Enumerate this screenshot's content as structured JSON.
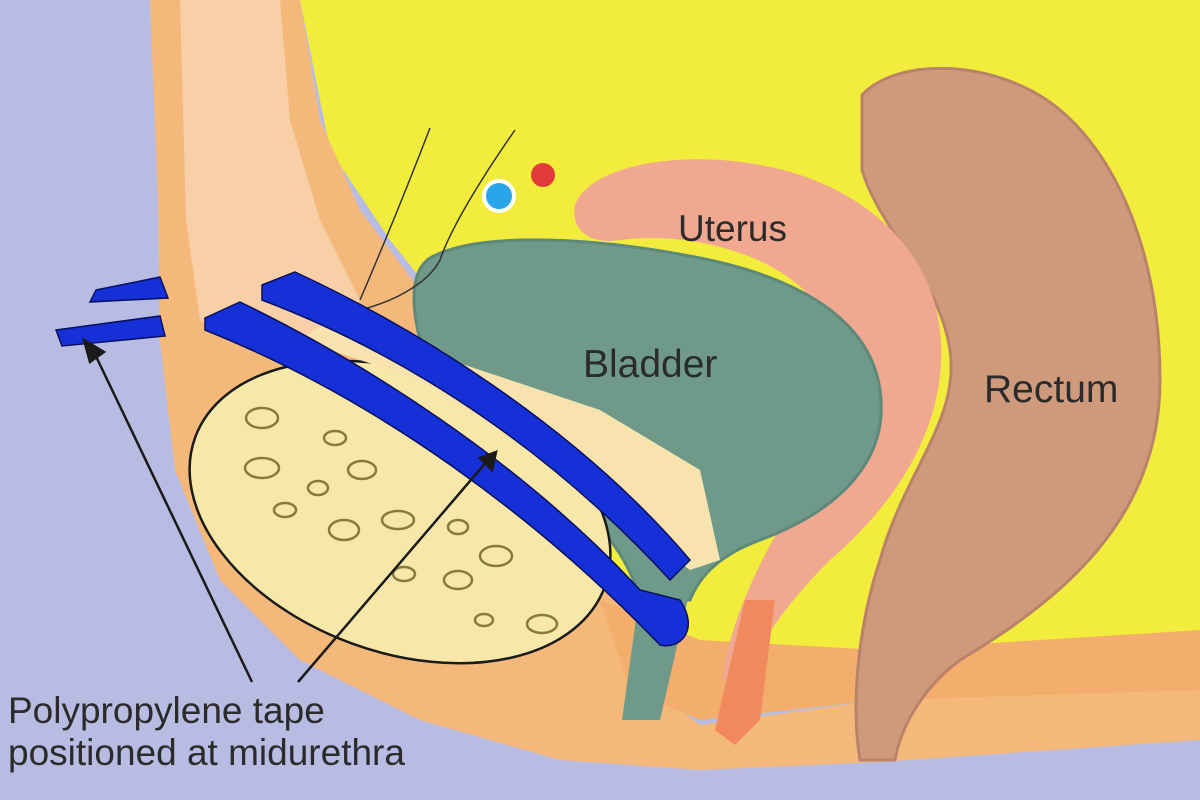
{
  "labels": {
    "uterus": "Uterus",
    "bladder": "Bladder",
    "rectum": "Rectum"
  },
  "caption": {
    "line1": "Polypropylene tape",
    "line2": "positioned at midurethra"
  },
  "colors": {
    "background": "#b8bce3",
    "pelvic_cavity": "#f2ec3c",
    "soft_tissue": "#f4b97a",
    "bladder": "#6f9a8a",
    "uterus": "#f0a890",
    "rectum": "#cf9a7c",
    "tape": "#1530d6",
    "pubic_bone": "#f7e7a8"
  }
}
